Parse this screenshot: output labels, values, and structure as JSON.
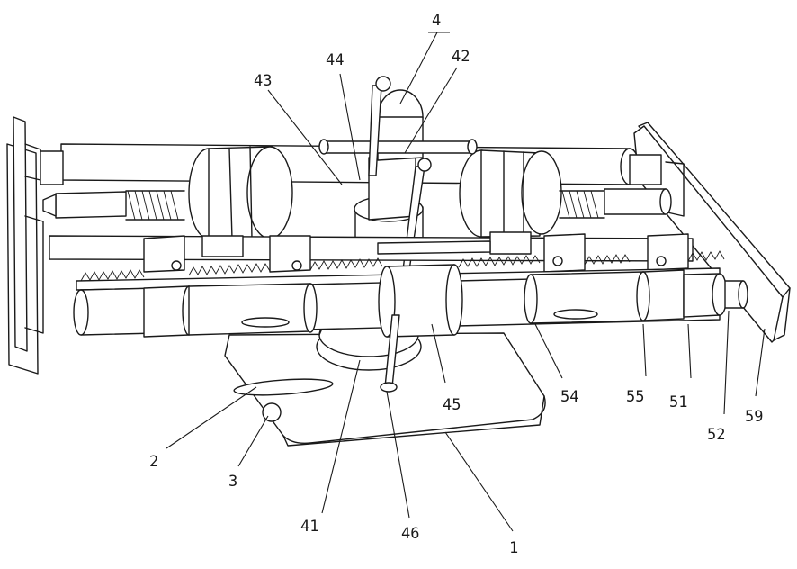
{
  "figure": {
    "labels": [
      {
        "key": "part-4",
        "text": "4"
      },
      {
        "key": "part-42",
        "text": "42"
      },
      {
        "key": "part-44",
        "text": "44"
      },
      {
        "key": "part-43",
        "text": "43"
      },
      {
        "key": "part-45",
        "text": "45"
      },
      {
        "key": "part-54",
        "text": "54"
      },
      {
        "key": "part-55",
        "text": "55"
      },
      {
        "key": "part-51",
        "text": "51"
      },
      {
        "key": "part-52",
        "text": "52"
      },
      {
        "key": "part-59",
        "text": "59"
      },
      {
        "key": "part-2",
        "text": "2"
      },
      {
        "key": "part-3",
        "text": "3"
      },
      {
        "key": "part-41",
        "text": "41"
      },
      {
        "key": "part-46",
        "text": "46"
      },
      {
        "key": "part-1",
        "text": "1"
      }
    ]
  }
}
